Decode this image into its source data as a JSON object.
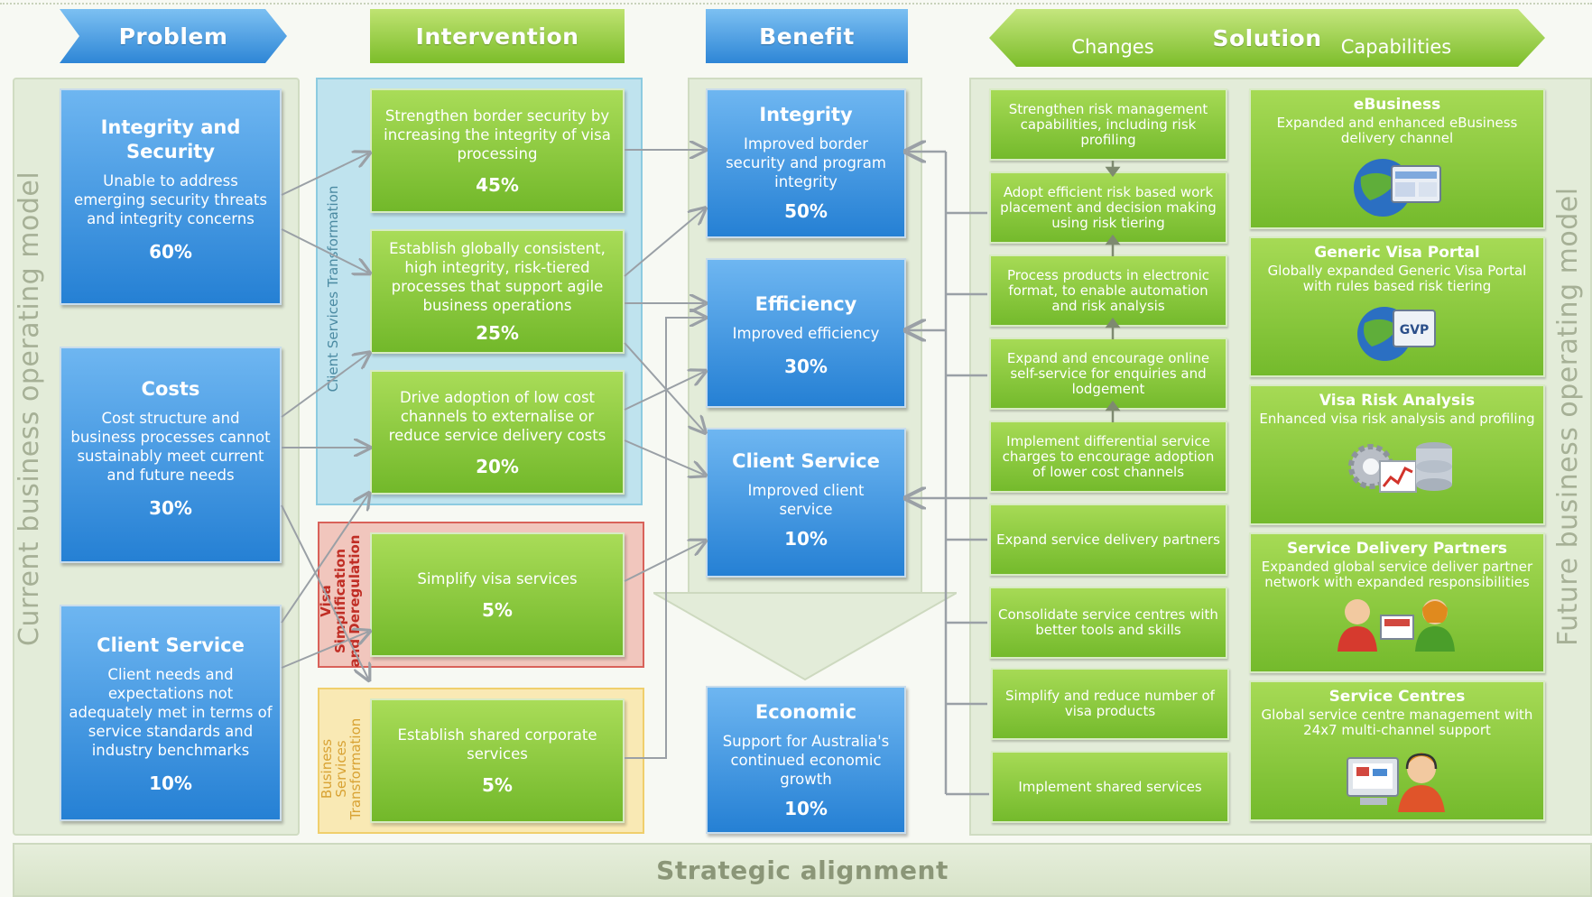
{
  "headers": {
    "problem": "Problem",
    "intervention": "Intervention",
    "benefit": "Benefit",
    "solution": "Solution",
    "changes": "Changes",
    "capabilities": "Capabilities"
  },
  "side_labels": {
    "left": "Current business operating model",
    "right": "Future business operating model",
    "bottom": "Strategic alignment"
  },
  "group_labels": {
    "client_services": "Client Services Transformation",
    "visa_simplification": "Visa Simplification and Deregulation",
    "business_services": "Business Services Transformation"
  },
  "problems": [
    {
      "title": "Integrity and Security",
      "desc": "Unable to address emerging security threats and integrity concerns",
      "pct": "60%"
    },
    {
      "title": "Costs",
      "desc": "Cost structure and business processes cannot sustainably meet current and future needs",
      "pct": "30%"
    },
    {
      "title": "Client Service",
      "desc": "Client needs and expectations not adequately met in terms of service standards and industry benchmarks",
      "pct": "10%"
    }
  ],
  "interventions": [
    {
      "desc": "Strengthen border security by increasing the integrity of visa processing",
      "pct": "45%"
    },
    {
      "desc": "Establish globally consistent, high integrity, risk-tiered processes that support agile business operations",
      "pct": "25%"
    },
    {
      "desc": "Drive adoption of low cost channels to externalise or reduce service delivery costs",
      "pct": "20%"
    },
    {
      "desc": "Simplify visa services",
      "pct": "5%"
    },
    {
      "desc": "Establish shared corporate services",
      "pct": "5%"
    }
  ],
  "benefits": [
    {
      "title": "Integrity",
      "desc": "Improved border security and program integrity",
      "pct": "50%"
    },
    {
      "title": "Efficiency",
      "desc": "Improved efficiency",
      "pct": "30%"
    },
    {
      "title": "Client Service",
      "desc": "Improved client service",
      "pct": "10%"
    },
    {
      "title": "Economic",
      "desc": "Support for Australia's continued economic growth",
      "pct": "10%"
    }
  ],
  "changes": [
    "Strengthen risk management capabilities, including risk profiling",
    "Adopt efficient risk based work placement and decision making using risk tiering",
    "Process products in electronic format, to enable automation and risk analysis",
    "Expand and encourage online self-service for enquiries and lodgement",
    "Implement differential service charges to encourage adoption of lower cost channels",
    "Expand service delivery partners",
    "Consolidate service centres with better tools and skills",
    "Simplify and reduce number of visa products",
    "Implement shared services"
  ],
  "capabilities": [
    {
      "title": "eBusiness",
      "desc": "Expanded and enhanced eBusiness delivery channel",
      "icon": "globe-browser-icon"
    },
    {
      "title": "Generic Visa Portal",
      "desc": "Globally expanded Generic Visa Portal with rules based risk tiering",
      "icon": "globe-gvp-icon"
    },
    {
      "title": "Visa Risk Analysis",
      "desc": "Enhanced visa risk analysis and profiling",
      "icon": "gear-database-icon"
    },
    {
      "title": "Service Delivery Partners",
      "desc": "Expanded global service deliver partner network with expanded responsibilities",
      "icon": "people-icon"
    },
    {
      "title": "Service Centres",
      "desc": "Global service centre management with 24x7 multi-channel support",
      "icon": "operator-icon"
    }
  ],
  "gvp_text": "GVP",
  "colors": {
    "blue": "#2e86d6",
    "green": "#7cbd2a",
    "panel": "#e3ecd9",
    "client_group": "#bfe3ee",
    "visa_group": "#f1c6bd",
    "business_group": "#f7e7ad"
  }
}
